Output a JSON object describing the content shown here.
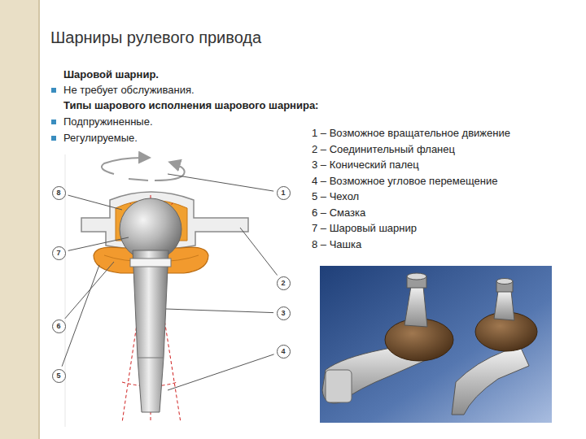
{
  "diagram": {
    "title": "Шарниры рулевого привода",
    "labels": [
      "Шаровой шарнир.",
      "Не требует обслуживания.",
      "Типы шарового исполнения шарового шарнира:",
      "Подпружиненные.",
      "Регулируемые.",
      "1 – Возможное вращательное движение",
      "2 – Соединительный фланец",
      "3 – Конический палец",
      "4 – Возможное угловое перемещение",
      "5 – Чехол",
      "6 – Смазка",
      "7 – Шаровый шарнир",
      "8 – Чашка",
      "8",
      "7",
      "6",
      "5",
      "1",
      "2",
      "3",
      "4"
    ]
  }
}
